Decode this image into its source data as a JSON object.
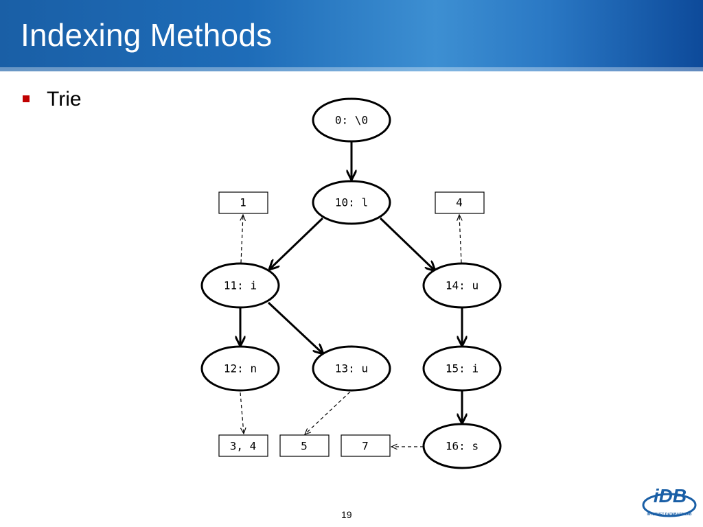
{
  "slide": {
    "title": "Indexing Methods",
    "bullet": "Trie",
    "page_number": "19",
    "logo_text": "iDB",
    "logo_subtext": "INTERNET DATABASE LAB"
  },
  "trie": {
    "nodes": [
      {
        "id": "n0",
        "label": "0: \\0"
      },
      {
        "id": "n10",
        "label": "10: l"
      },
      {
        "id": "n11",
        "label": "11: i"
      },
      {
        "id": "n14",
        "label": "14: u"
      },
      {
        "id": "n12",
        "label": "12: n"
      },
      {
        "id": "n13",
        "label": "13: u"
      },
      {
        "id": "n15",
        "label": "15: i"
      },
      {
        "id": "n16",
        "label": "16: s"
      }
    ],
    "leaves": [
      {
        "id": "r1",
        "label": "1"
      },
      {
        "id": "r4",
        "label": "4"
      },
      {
        "id": "r34",
        "label": "3, 4"
      },
      {
        "id": "r5",
        "label": "5"
      },
      {
        "id": "r7",
        "label": "7"
      }
    ],
    "edges": [
      [
        "n0",
        "n10"
      ],
      [
        "n10",
        "n11"
      ],
      [
        "n10",
        "n14"
      ],
      [
        "n11",
        "n12"
      ],
      [
        "n11",
        "n13"
      ],
      [
        "n14",
        "n15"
      ],
      [
        "n15",
        "n16"
      ]
    ],
    "pointers": [
      [
        "n11",
        "r1"
      ],
      [
        "n14",
        "r4"
      ],
      [
        "n12",
        "r34"
      ],
      [
        "n13",
        "r5"
      ],
      [
        "n16",
        "r7"
      ]
    ]
  },
  "colors": {
    "banner": "#1e6cb8",
    "bullet": "#c00000",
    "logo": "#1a5fa6"
  }
}
